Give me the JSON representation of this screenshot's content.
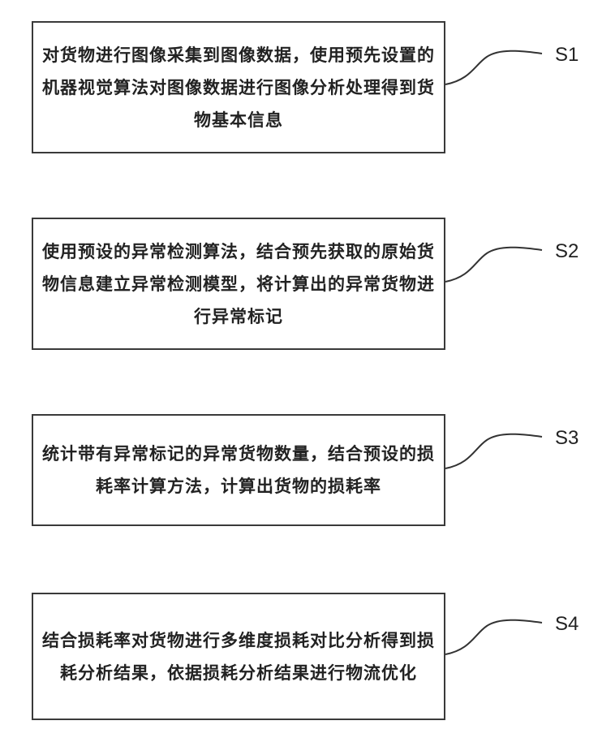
{
  "steps": [
    {
      "label": "S1",
      "text": "对货物进行图像采集到图像数据，使用预先设置的机器视觉算法对图像数据进行图像分析处理得到货物基本信息"
    },
    {
      "label": "S2",
      "text": "使用预设的异常检测算法，结合预先获取的原始货物信息建立异常检测模型，将计算出的异常货物进行异常标记"
    },
    {
      "label": "S3",
      "text": "统计带有异常标记的异常货物数量，结合预设的损耗率计算方法，计算出货物的损耗率"
    },
    {
      "label": "S4",
      "text": "结合损耗率对货物进行多维度损耗对比分析得到损耗分析结果，依据损耗分析结果进行物流优化"
    }
  ]
}
